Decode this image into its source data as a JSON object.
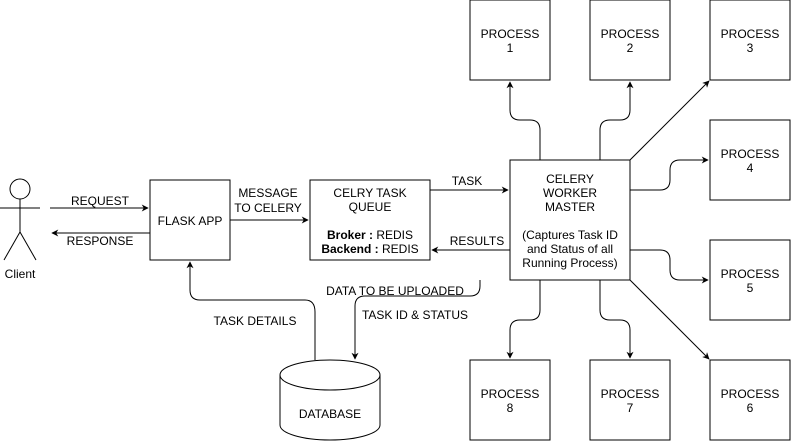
{
  "client": {
    "label": "Client"
  },
  "edges": {
    "request": "REQUEST",
    "response": "RESPONSE",
    "message_line1": "MESSAGE",
    "message_line2": "TO CELERY",
    "task": "TASK",
    "results": "RESULTS",
    "data_to_upload": "DATA TO BE UPLOADED",
    "task_id_status": "TASK ID & STATUS",
    "task_details": "TASK DETAILS"
  },
  "flask": {
    "label": "FLASK APP"
  },
  "queue": {
    "line1": "CELRY TASK",
    "line2": "QUEUE",
    "broker_label": "Broker :",
    "broker_value": " REDIS",
    "backend_label": "Backend :",
    "backend_value": " REDIS"
  },
  "master": {
    "line1": "CELERY",
    "line2": "WORKER",
    "line3": "MASTER",
    "line4": "(Captures Task ID",
    "line5": "and Status of all",
    "line6": "Running Process)"
  },
  "database": {
    "label": "DATABASE"
  },
  "processes": [
    {
      "title": "PROCESS",
      "number": "1"
    },
    {
      "title": "PROCESS",
      "number": "2"
    },
    {
      "title": "PROCESS",
      "number": "3"
    },
    {
      "title": "PROCESS",
      "number": "4"
    },
    {
      "title": "PROCESS",
      "number": "5"
    },
    {
      "title": "PROCESS",
      "number": "6"
    },
    {
      "title": "PROCESS",
      "number": "7"
    },
    {
      "title": "PROCESS",
      "number": "8"
    }
  ]
}
